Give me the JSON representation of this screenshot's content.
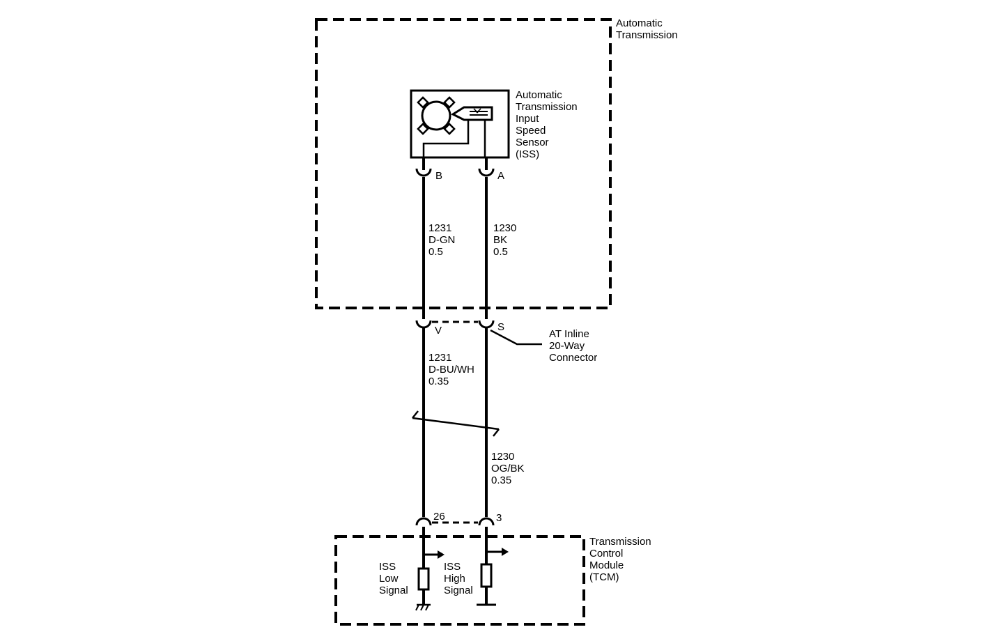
{
  "automatic_transmission_label": [
    "Automatic",
    "Transmission"
  ],
  "sensor_label": [
    "Automatic",
    "Transmission",
    "Input",
    "Speed",
    "Sensor",
    "(ISS)"
  ],
  "sensor_pins": {
    "b": "B",
    "a": "A"
  },
  "wire_upper_left": [
    "1231",
    "D-GN",
    "0.5"
  ],
  "wire_upper_right": [
    "1230",
    "BK",
    "0.5"
  ],
  "inline_pins": {
    "v": "V",
    "s": "S"
  },
  "inline_connector_label": [
    "AT Inline",
    "20-Way",
    "Connector"
  ],
  "wire_lower_left": [
    "1231",
    "D-BU/WH",
    "0.35"
  ],
  "wire_lower_right": [
    "1230",
    "OG/BK",
    "0.35"
  ],
  "tcm_pins": {
    "left": "26",
    "right": "3"
  },
  "tcm_label": [
    "Transmission",
    "Control",
    "Module",
    "(TCM)"
  ],
  "low_signal_label": [
    "ISS",
    "Low",
    "Signal"
  ],
  "high_signal_label": [
    "ISS",
    "High",
    "Signal"
  ]
}
